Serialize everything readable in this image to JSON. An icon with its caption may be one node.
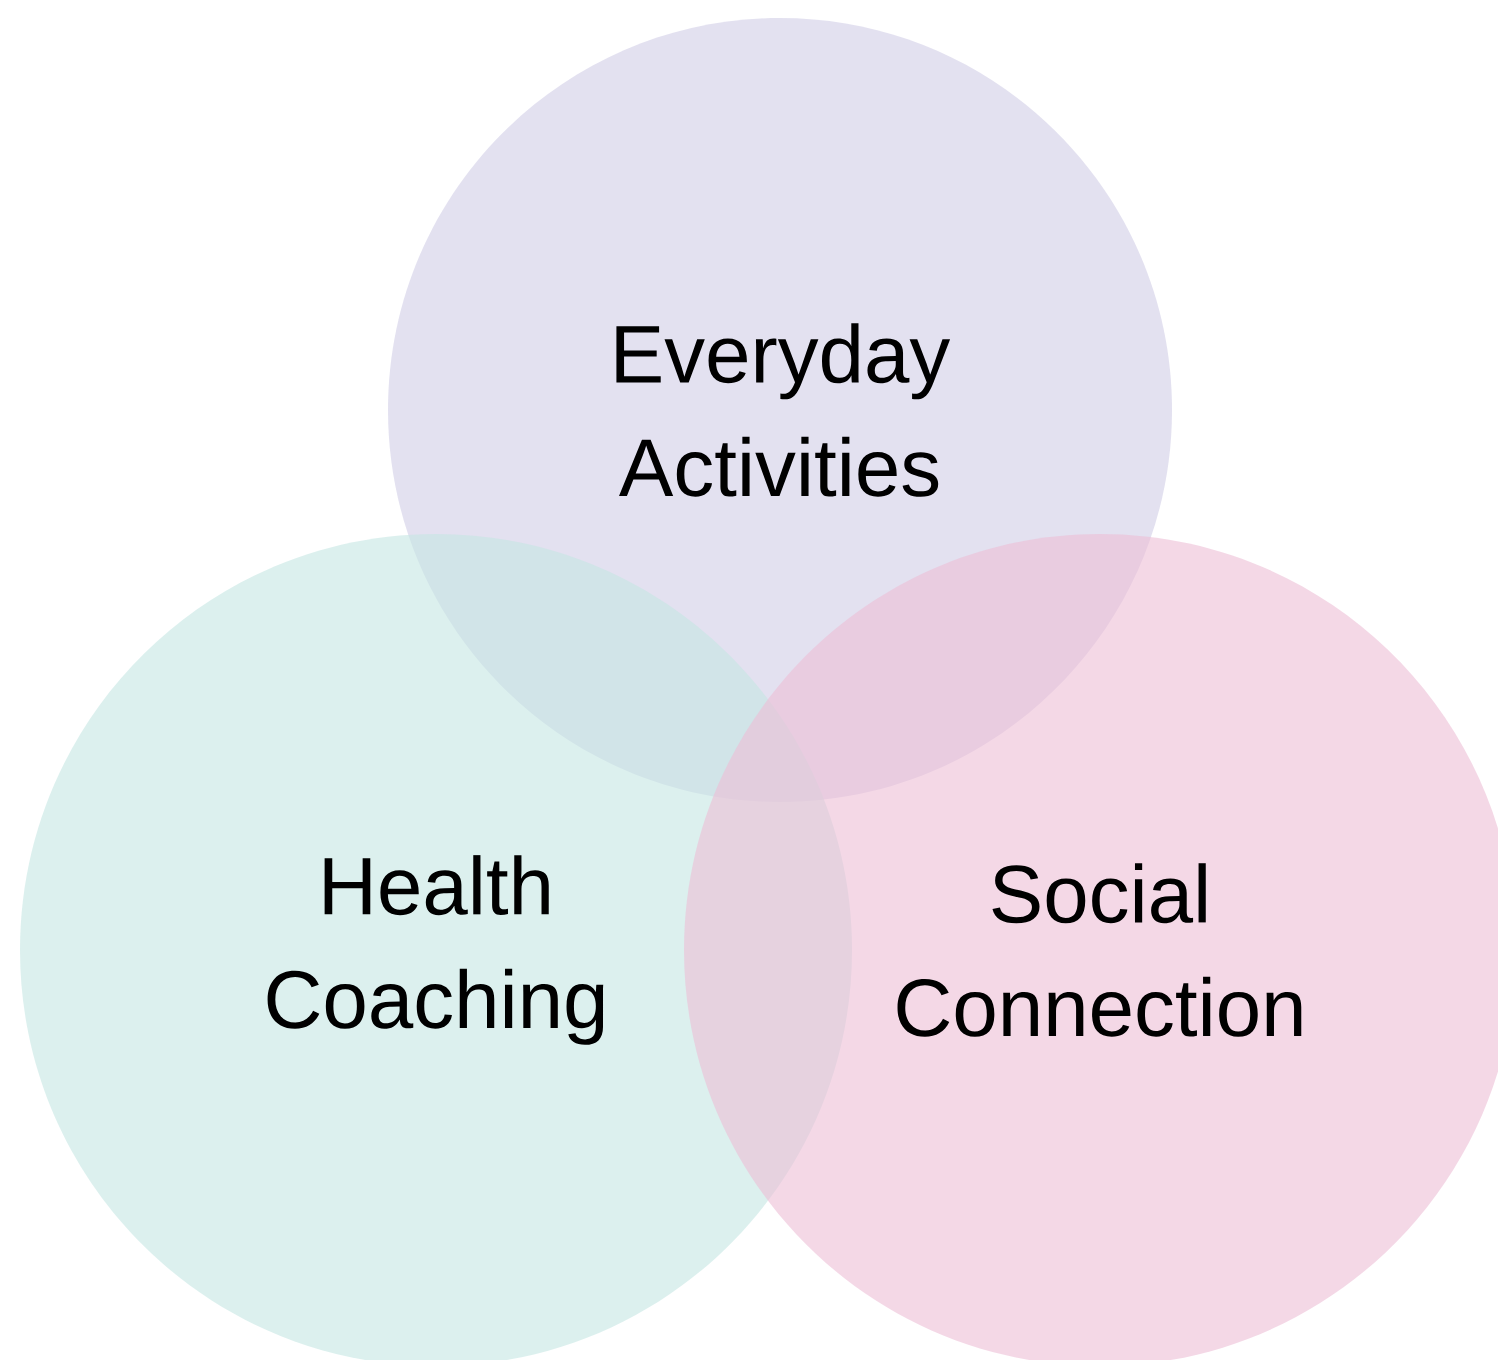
{
  "diagram": {
    "nodes": [
      {
        "text": [
          "Everyday Activities"
        ]
      },
      {
        "text": [
          "Health Coaching"
        ]
      },
      {
        "text": [
          "Social Connection"
        ]
      }
    ]
  }
}
